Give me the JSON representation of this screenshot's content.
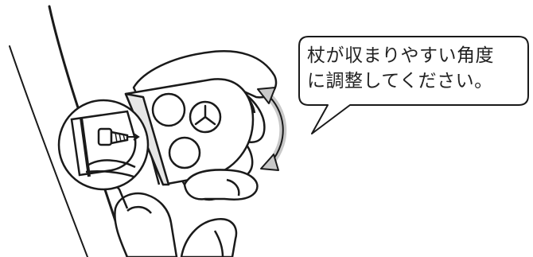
{
  "callout": {
    "line1": "杖が収まりやすい角度",
    "line2": "に調整してください。"
  },
  "colors": {
    "stroke": "#1a1a1a",
    "fill": "#ffffff",
    "shadow": "#c8c8c8"
  },
  "icons": [
    "wall-edge",
    "hand",
    "cane-holder",
    "screw",
    "rotation-double-arrow",
    "speech-bubble"
  ]
}
